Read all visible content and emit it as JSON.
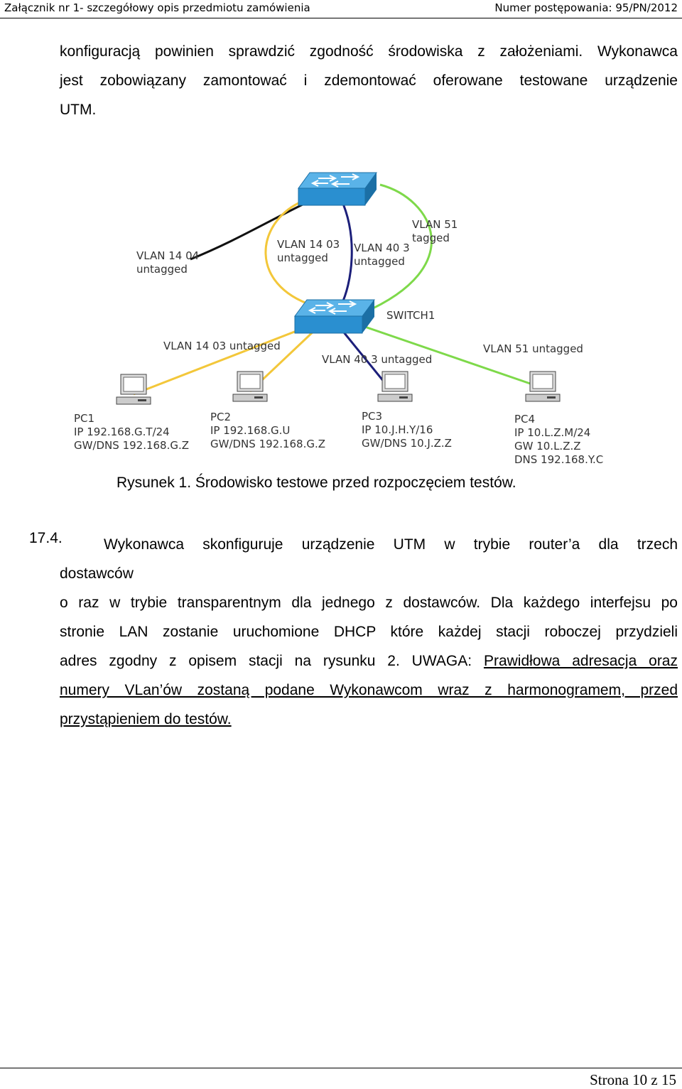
{
  "header": {
    "left": "Załącznik nr 1- szczegółowy opis przedmiotu zamówienia",
    "right": "Numer postępowania: 95/PN/2012"
  },
  "intro": {
    "line1": "konfiguracją powinien sprawdzić zgodność środowiska z założeniami. Wykonawca",
    "line2": "jest zobowiązany zamontować i zdemontować oferowane testowane urządzenie",
    "line3": "UTM."
  },
  "figure": {
    "labels": {
      "vlan1404": [
        "VLAN 14 04",
        "untagged"
      ],
      "vlan1403_top": [
        "VLAN 14 03",
        "untagged"
      ],
      "vlan403_top": [
        "VLAN 40 3",
        "untagged"
      ],
      "vlan51_top": [
        "VLAN 51",
        "tagged"
      ],
      "switch1": "SWITCH1",
      "vlan1403_bottom": "VLAN 14 03 untagged",
      "vlan403_bottom": "VLAN 40 3 untagged",
      "vlan51_bottom": "VLAN 51 untagged"
    },
    "pcs": [
      {
        "name": "PC1",
        "lines": [
          "IP 192.168.G.T/24",
          "GW/DNS 192.168.G.Z"
        ]
      },
      {
        "name": "PC2",
        "lines": [
          "IP 192.168.G.U",
          "GW/DNS 192.168.G.Z"
        ]
      },
      {
        "name": "PC3",
        "lines": [
          "IP 10.J.H.Y/16",
          "GW/DNS 10.J.Z.Z"
        ]
      },
      {
        "name": "PC4",
        "lines": [
          "IP 10.L.Z.M/24",
          "GW 10.L.Z.Z",
          "DNS 192.168.Y.C"
        ]
      }
    ],
    "colors": {
      "switch": "#2a8fd0",
      "yellow": "#f3c73a",
      "green": "#7ed94a",
      "navy": "#1c1f7a",
      "black": "#111111"
    },
    "caption": "Rysunek 1. Środowisko testowe przed rozpoczęciem testów."
  },
  "section": {
    "number": "17.4.",
    "line1": "Wykonawca skonfiguruje urządzenie UTM w trybie router’a dla trzech",
    "line2": "dostawców",
    "line3": "o raz w trybie transparentnym dla jednego z dostawców. Dla każdego interfejsu po",
    "line4": "stronie LAN zostanie uruchomione DHCP które każdej stacji roboczej przydzieli",
    "line5_plain": "adres zgodny z opisem stacji na rysunku 2. UWAGA: ",
    "line5_under": "Prawidłowa adresacja oraz",
    "line6": "numery VLan’ów zostaną podane Wykonawcom wraz z harmonogramem, przed",
    "line7": "przystąpieniem do testów."
  },
  "footer": {
    "page": "Strona 10 z 15"
  }
}
